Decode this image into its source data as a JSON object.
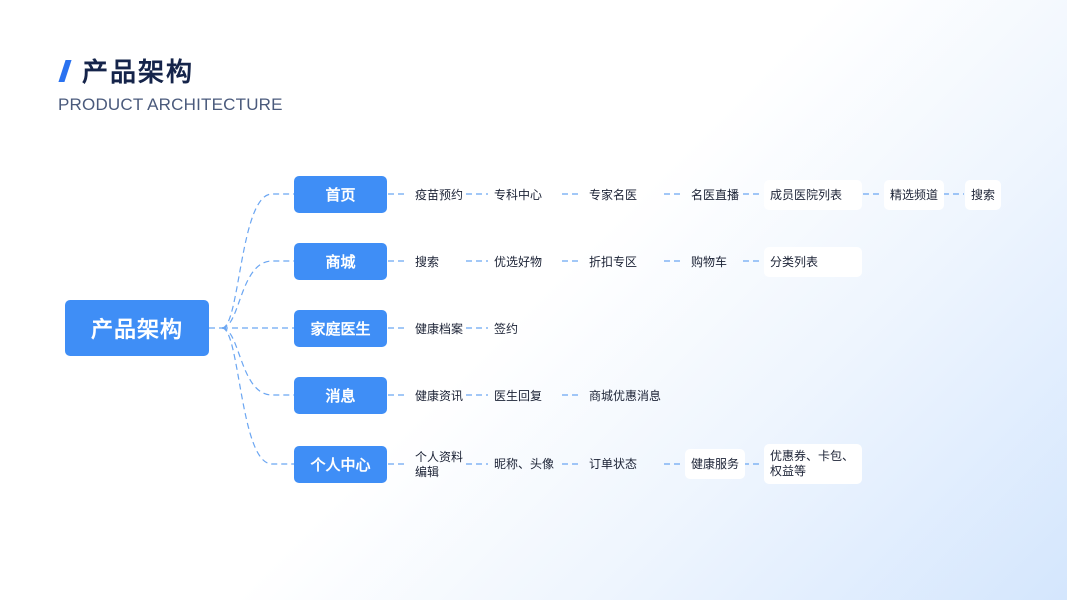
{
  "header": {
    "title": "产品架构",
    "subtitle": "PRODUCT ARCHITECTURE",
    "slash_icon": "slash-accent"
  },
  "colors": {
    "accent": "#2a72f0",
    "node": "#3f8ef6",
    "link": "#6ba6f2",
    "text": "#1b2235"
  },
  "diagram": {
    "root": "产品架构",
    "branches": [
      {
        "label": "首页",
        "items": [
          "疫苗预约",
          "专科中心",
          "专家名医",
          "名医直播",
          "成员医院列表",
          "精选频道",
          "搜索"
        ]
      },
      {
        "label": "商城",
        "items": [
          "搜索",
          "优选好物",
          "折扣专区",
          "购物车",
          "分类列表"
        ]
      },
      {
        "label": "家庭医生",
        "items": [
          "健康档案",
          "签约"
        ]
      },
      {
        "label": "消息",
        "items": [
          "健康资讯",
          "医生回复",
          "商城优惠消息"
        ]
      },
      {
        "label": "个人中心",
        "items": [
          "个人资料编辑",
          "昵称、头像",
          "订单状态",
          "健康服务",
          "优惠券、卡包、权益等"
        ]
      }
    ]
  }
}
